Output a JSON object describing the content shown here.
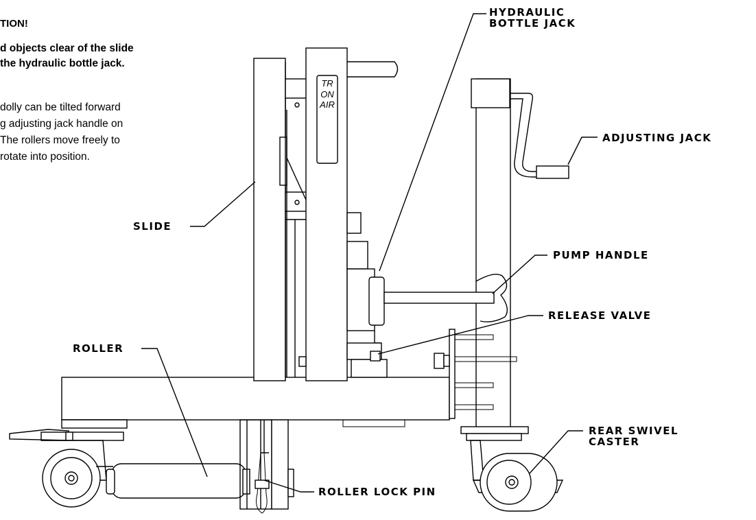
{
  "notice": {
    "title": "TION!",
    "warning_lines": [
      "d objects clear of the slide",
      " the hydraulic bottle jack."
    ],
    "body_lines": [
      "dolly can be tilted forward",
      "g adjusting jack handle on",
      "The rollers move freely to",
      "rotate into position."
    ]
  },
  "brand_text": "TRONAIR",
  "callouts": {
    "hydraulic_bottle_jack": [
      "HYDRAULIC",
      "BOTTLE JACK"
    ],
    "adjusting_jack": "ADJUSTING JACK",
    "slide": "SLIDE",
    "pump_handle": "PUMP HANDLE",
    "release_valve": "RELEASE VALVE",
    "roller": "ROLLER",
    "rear_swivel_caster": [
      "REAR SWIVEL",
      "CASTER"
    ],
    "roller_lock_pin": "ROLLER LOCK PIN"
  }
}
